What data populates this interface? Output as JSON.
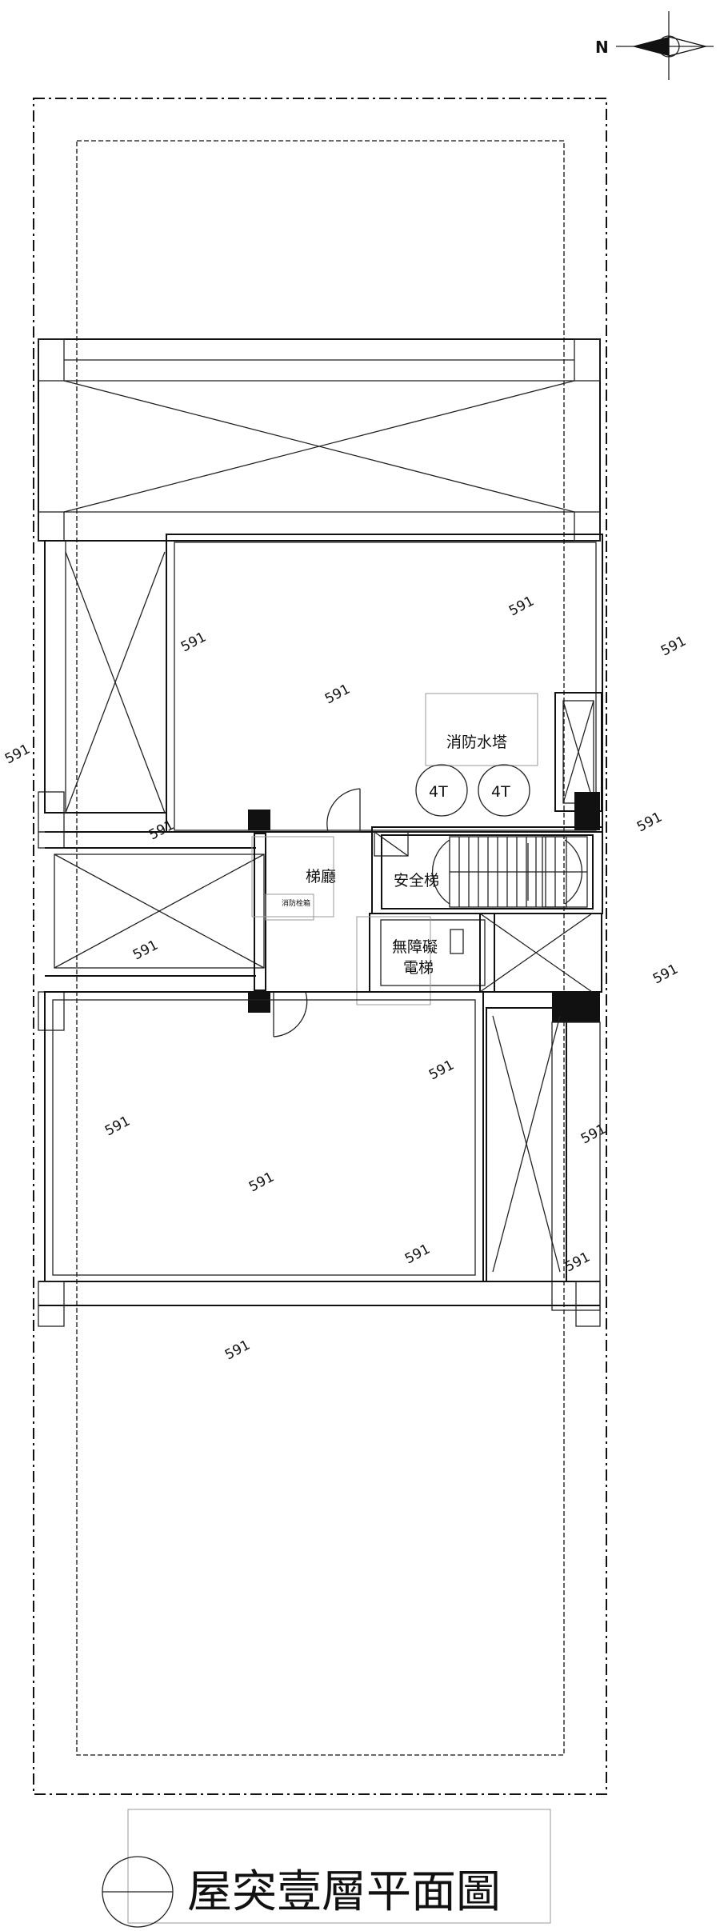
{
  "compass": {
    "north_label": "N"
  },
  "rooms": {
    "fire_water_tank": "消防水塔",
    "tank_1_capacity": "4T",
    "tank_2_capacity": "4T",
    "elevator_lobby": "梯廳",
    "fire_hose_cabinet": "消防栓箱",
    "safety_stair": "安全梯",
    "accessible_elevator_line1": "無障礙",
    "accessible_elevator_line2": "電梯"
  },
  "title": {
    "drawing_title": "屋突壹層平面圖"
  }
}
